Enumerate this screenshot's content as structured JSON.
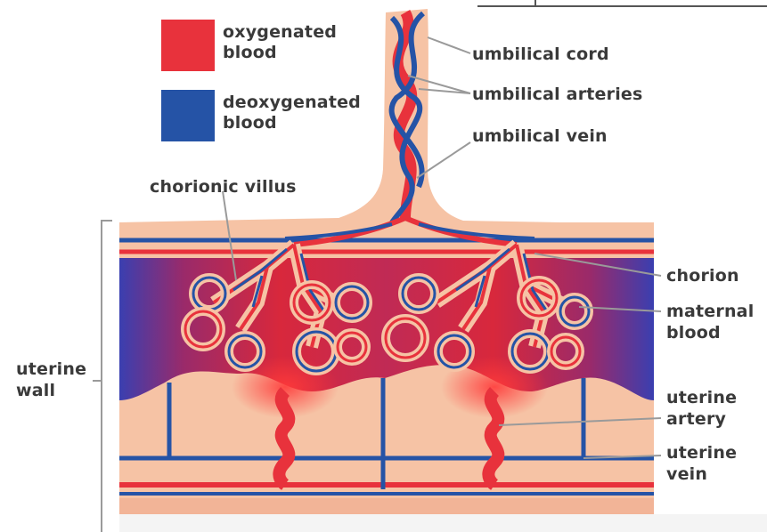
{
  "legend": {
    "oxygenated": {
      "label_line1": "oxygenated",
      "label_line2": "blood",
      "color": "#e8323c"
    },
    "deoxygenated": {
      "label_line1": "deoxygenated",
      "label_line2": "blood",
      "color": "#2553a6"
    }
  },
  "labels": {
    "umbilical_cord": "umbilical cord",
    "umbilical_arteries": "umbilical arteries",
    "umbilical_vein": "umbilical vein",
    "chorionic_villus": "chorionic villus",
    "chorion": "chorion",
    "maternal_blood_line1": "maternal",
    "maternal_blood_line2": "blood",
    "uterine_artery_line1": "uterine",
    "uterine_artery_line2": "artery",
    "uterine_vein_line1": "uterine",
    "uterine_vein_line2": "vein",
    "uterine_wall_line1": "uterine",
    "uterine_wall_line2": "wall"
  },
  "colors": {
    "tissue": "#f6c3a5",
    "tissue_dark": "#eea98c",
    "vessel_red": "#e8323c",
    "vessel_blue": "#2553a6",
    "maternal_red": "#e52a3f",
    "maternal_blue": "#3a3fb0"
  }
}
